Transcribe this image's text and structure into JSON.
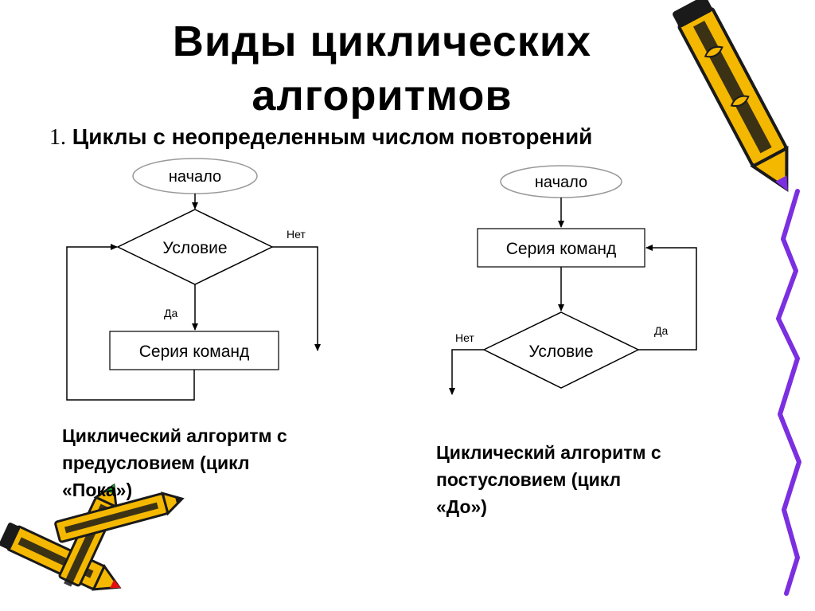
{
  "title_line1": "Виды циклических",
  "title_line2": "алгоритмов",
  "subtitle_number": "1.",
  "subtitle_text": "Циклы с неопределенным числом повторений",
  "left_diagram": {
    "start": "начало",
    "condition": "Условие",
    "no": "Нет",
    "yes": "Да",
    "body": "Серия команд",
    "caption_line1": "Циклический алгоритм с",
    "caption_line2": "предусловием (цикл",
    "caption_line3": "«Пока»)"
  },
  "right_diagram": {
    "start": "начало",
    "body": "Серия команд",
    "condition": "Условие",
    "no": "Нет",
    "yes": "Да",
    "caption_line1": "Циклический алгоритм с",
    "caption_line2": "постусловием (цикл",
    "caption_line3": "«До»)"
  },
  "colors": {
    "pencil_yellow": "#f5b800",
    "pencil_black": "#1a1a1a",
    "squiggle_purple": "#7b2fe0",
    "pencil_red": "#e01010",
    "pencil_green": "#1aa02a",
    "terminator_border": "#999999"
  }
}
